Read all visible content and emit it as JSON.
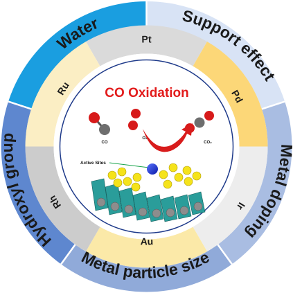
{
  "center": {
    "title": "CO Oxidation",
    "molecules": [
      "CO",
      "O₂",
      "CO₂"
    ],
    "active_sites_label": "Active Sites"
  },
  "outer_ring": [
    {
      "label": "Water",
      "color": "#1a9ee0"
    },
    {
      "label": "Support effect",
      "color": "#d8e3f5"
    },
    {
      "label": "Metal doping",
      "color": "#a9bde2"
    },
    {
      "label": "Metal particle size",
      "color": "#90aad9"
    },
    {
      "label": "Hydroxyl group",
      "color": "#5e87cf"
    }
  ],
  "metal_ring": [
    {
      "label": "Pt",
      "color": "#dadada"
    },
    {
      "label": "Pd",
      "color": "#fcd778"
    },
    {
      "label": "Ir",
      "color": "#ededed"
    },
    {
      "label": "Au",
      "color": "#fbe9a8"
    },
    {
      "label": "Rh",
      "color": "#cccccc"
    },
    {
      "label": "Ru",
      "color": "#fbeec4"
    }
  ]
}
